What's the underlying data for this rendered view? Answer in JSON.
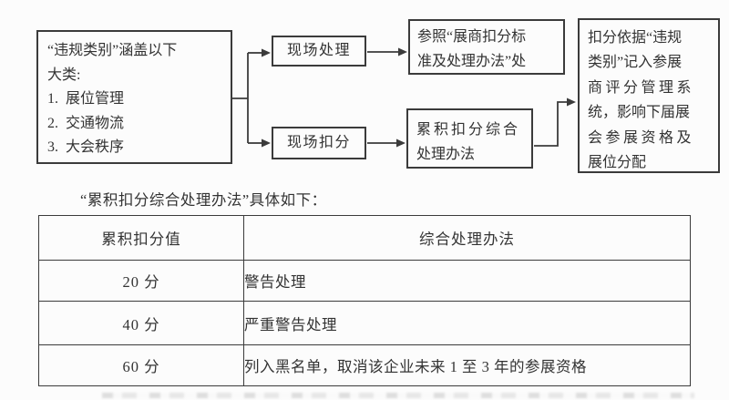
{
  "colors": {
    "background": "#fcfcfc",
    "line": "#3b3b3b",
    "text": "#333333"
  },
  "flowchart": {
    "category_box": {
      "lines": [
        "“违规类别”涵盖以下",
        "大类:",
        "1.  展位管理",
        "2.  交通物流",
        "3.  大会秩序"
      ]
    },
    "onsite_handling_label": "现场处理",
    "onsite_deduction_label": "现场扣分",
    "reference_box": {
      "lines": [
        "参照“展商扣分标",
        "准及处理办法”处"
      ]
    },
    "cumulative_box": {
      "lines": [
        "累积扣分综合",
        "处理办法"
      ]
    },
    "system_box": {
      "lines": [
        "扣分依据“违规",
        "类别”记入参展",
        "商评分管理系",
        "统，影响下届展",
        "会参展资格及",
        "展位分配"
      ]
    }
  },
  "table_section": {
    "intro": "“累积扣分综合处理办法”具体如下：",
    "table": {
      "headers": [
        "累积扣分值",
        "综合处理办法"
      ],
      "rows": [
        {
          "score": "20 分",
          "action": "警告处理"
        },
        {
          "score": "40 分",
          "action": "严重警告处理"
        },
        {
          "score": "60 分",
          "action": "列入黑名单，取消该企业未来 1 至 3 年的参展资格"
        }
      ]
    }
  }
}
